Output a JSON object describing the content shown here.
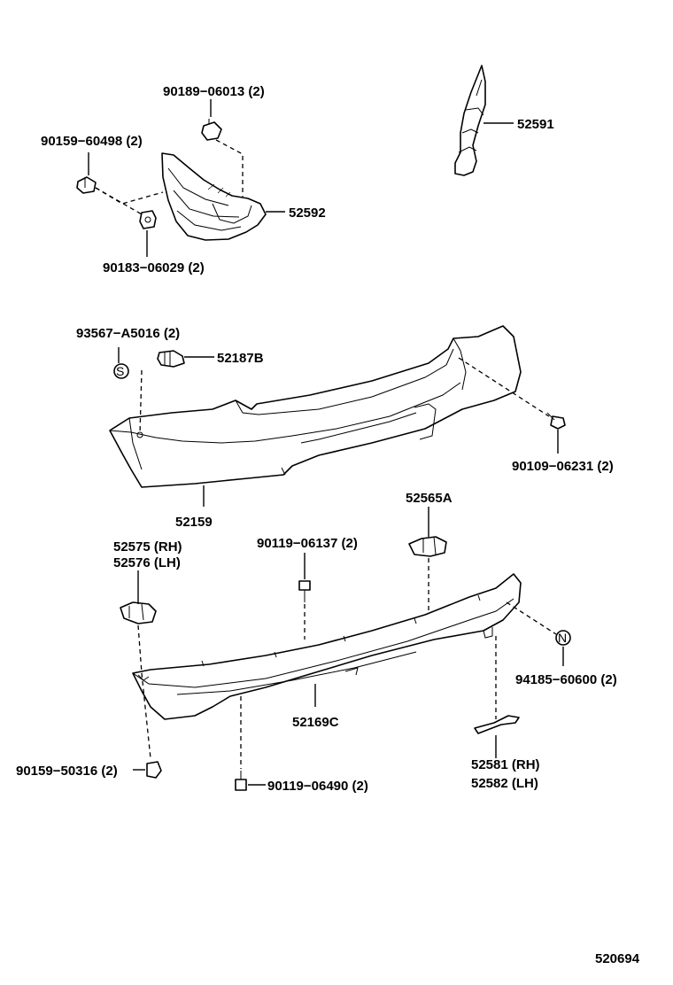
{
  "diagram_id": "520694",
  "labels": {
    "p90189": "90189−06013 (2)",
    "p90159a": "90159−60498 (2)",
    "p90183": "90183−06029 (2)",
    "p52592": "52592",
    "p52591": "52591",
    "p93567": "93567−A5016 (2)",
    "p52187b": "52187B",
    "p90109": "90109−06231 (2)",
    "p52159": "52159",
    "p52565a": "52565A",
    "p52575": "52575 (RH)",
    "p52576": "52576 (LH)",
    "p90119a": "90119−06137 (2)",
    "p94185": "94185−60600 (2)",
    "p52169c": "52169C",
    "p90159b": "90159−50316 (2)",
    "p90119b": "90119−06490 (2)",
    "p52581": "52581 (RH)",
    "p52582": "52582 (LH)"
  }
}
